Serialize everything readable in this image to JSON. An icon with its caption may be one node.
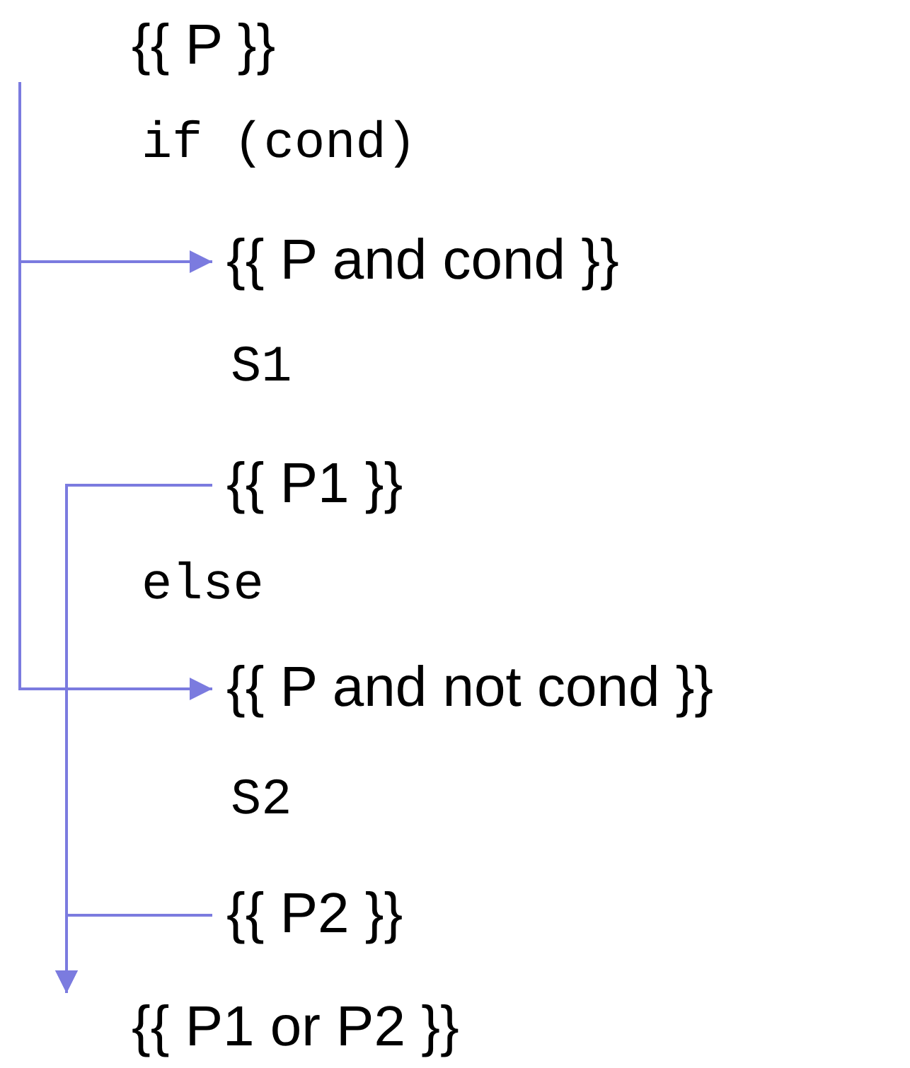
{
  "diagram": {
    "nodes": [
      {
        "text": [
          "{{ P }}"
        ]
      },
      {
        "text": [
          "{{ P and cond }}"
        ]
      },
      {
        "text": [
          "{{ P1 }}"
        ]
      },
      {
        "text": [
          "{{ P and not cond }}"
        ]
      },
      {
        "text": [
          "{{ P2 }}"
        ]
      },
      {
        "text": [
          "{{ P1 or P2 }}"
        ]
      }
    ],
    "edges": [
      {
        "from": 0,
        "to": 1,
        "arrow": "to"
      },
      {
        "from": 0,
        "to": 3,
        "arrow": "to"
      },
      {
        "from": 2,
        "to": 5,
        "arrow": "to"
      },
      {
        "from": 4,
        "to": 5,
        "arrow": "to"
      }
    ],
    "labels": [
      "if (cond)",
      "S1",
      "else",
      "S2"
    ]
  }
}
